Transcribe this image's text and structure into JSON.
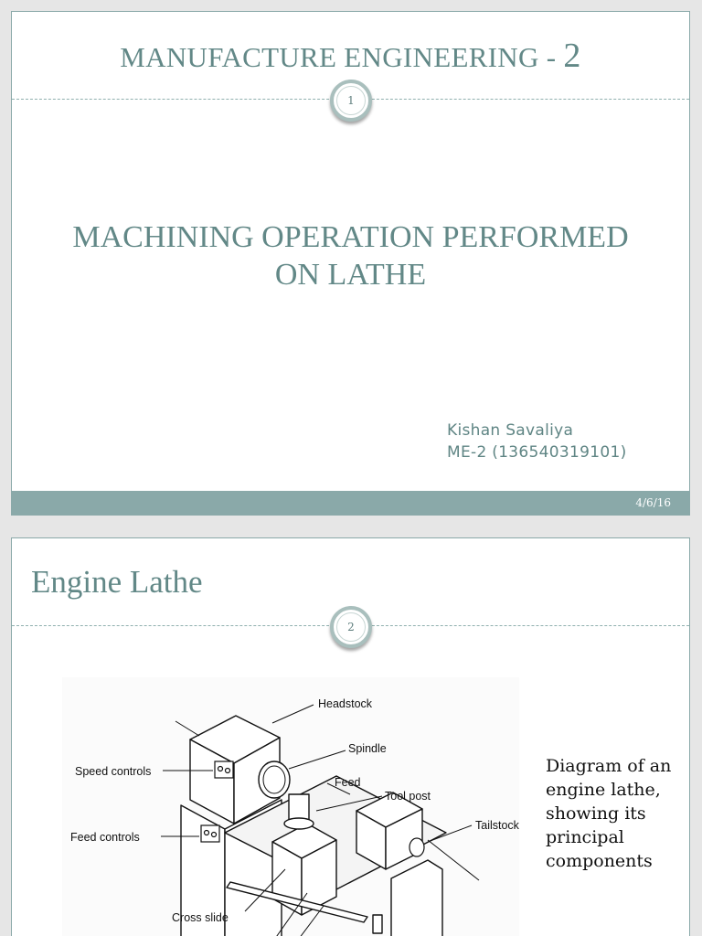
{
  "slide1": {
    "title_main": "MANUFACTURE ENGINEERING - ",
    "title_num": "2",
    "page_number": "1",
    "subtitle_line1": "MACHINING OPERATION PERFORMED",
    "subtitle_line2": "ON LATHE",
    "author_name": "Kishan Savaliya",
    "author_id": "ME-2 (136540319101)",
    "date": "4/6/16"
  },
  "slide2": {
    "title": "Engine Lathe",
    "page_number": "2",
    "caption": "Diagram of an engine lathe, showing its principal components",
    "diagram_labels": {
      "headstock": "Headstock",
      "spindle": "Spindle",
      "speed_controls": "Speed controls",
      "feed": "Feed",
      "tool_post": "Tool post",
      "tailstock": "Tailstock",
      "feed_controls": "Feed controls",
      "cross_slide": "Cross slide"
    }
  },
  "colors": {
    "accent_teal": "#628887",
    "band": "#8aa9a9"
  },
  "icons": {
    "page_badge": "circle-number-badge"
  }
}
